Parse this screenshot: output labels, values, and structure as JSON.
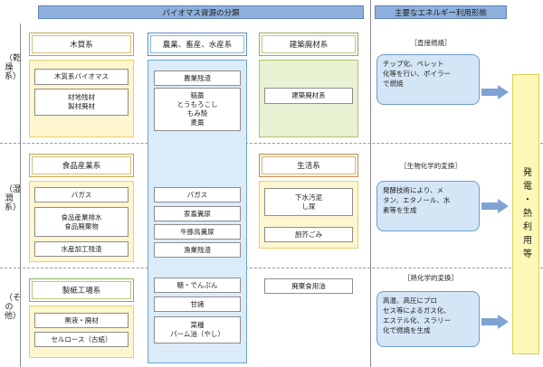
{
  "headers": {
    "classification": "バイオマス資源の分類",
    "energy_forms": "主要なエネルギー利用形態"
  },
  "row_labels": [
    "（乾燥系）",
    "（湿潤系）",
    "（その他）"
  ],
  "categories": {
    "wood": {
      "title": "木質系",
      "items": [
        "木質系バイオマス",
        "材地残材\n製材廃材"
      ]
    },
    "agri": {
      "title": "農業、畜産、水産系",
      "items": [
        "農業残渣",
        "稲藁\nとうもろこし\nもみ殻\n麦藁",
        "バガス",
        "家畜糞尿",
        "牛豚鳥糞尿",
        "漁業残渣",
        "糖・でんぷん",
        "甘諸",
        "菜種\nパーム油（やし）"
      ]
    },
    "construction": {
      "title": "建築廃材系",
      "items": [
        "建築廃材系"
      ]
    },
    "food": {
      "title": "食品産業系",
      "items": [
        "バガス",
        "食品産業排水\n食品廃棄物",
        "水産加工残渣"
      ]
    },
    "living": {
      "title": "生活系",
      "items": [
        "下水汚泥\nし尿",
        "厨芥ごみ",
        "廃棄食用油"
      ]
    },
    "paper": {
      "title": "製紙工場系",
      "items": [
        "黒液・廃材",
        "セルロース（古紙）"
      ]
    }
  },
  "methods": [
    {
      "label": "［直接燃焼］",
      "text": "チップ化、ペレット\n化等を行い、ボイラー\nで燃焼"
    },
    {
      "label": "［生物化学的変換］",
      "text": "発酵技術により、メ\nタン、エタノール、水\n素等を生成"
    },
    {
      "label": "［熱化学的変換］",
      "text": "高温、高圧にプロ\nセス等によるガス化、\nエステル化、スラリー\n化で燃焼を生成"
    }
  ],
  "result": "発電・熱利用等"
}
